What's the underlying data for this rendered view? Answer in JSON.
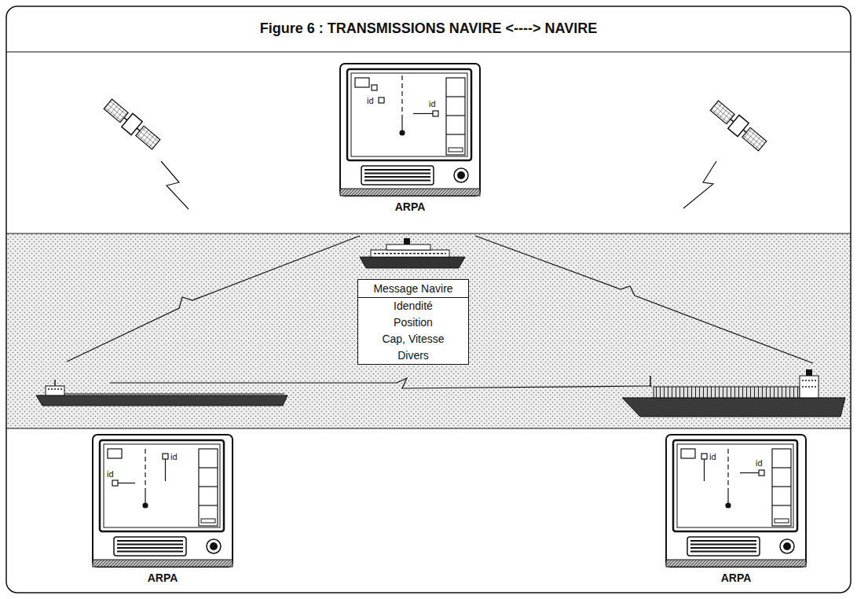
{
  "diagram": {
    "title": "Figure 6 : TRANSMISSIONS NAVIRE <----> NAVIRE",
    "nodes": [
      {
        "text": [
          "ARPA"
        ]
      },
      {
        "text": [
          "Message Navire",
          "Idendité",
          "Position",
          "Cap, Vitesse",
          "Divers"
        ]
      },
      {
        "text": [
          "ARPA"
        ]
      },
      {
        "text": [
          "ARPA"
        ]
      }
    ],
    "labels": [
      "id",
      "id",
      "id",
      "id",
      "id",
      "id"
    ]
  }
}
